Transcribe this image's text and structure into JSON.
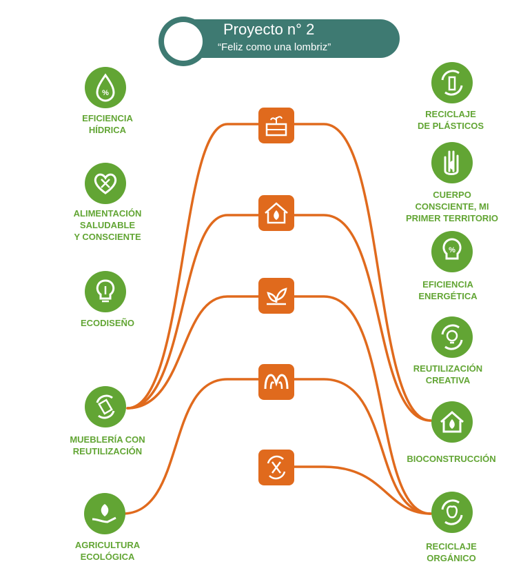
{
  "header": {
    "title": "Proyecto n° 2",
    "subtitle": "“Feliz como una lombriz”"
  },
  "colors": {
    "green": "#62a534",
    "orange": "#e06a1d",
    "teal": "#3e7a72"
  },
  "left_topics": [
    {
      "icon": "drop-percent-icon",
      "lines": [
        "EFICIENCIA",
        "HÍDRICA"
      ]
    },
    {
      "icon": "heart-utensils-icon",
      "lines": [
        "ALIMENTACIÓN",
        "SALUDABLE",
        "Y CONSCIENTE"
      ]
    },
    {
      "icon": "lightbulb-pencil-icon",
      "lines": [
        "ECODISEÑO"
      ]
    },
    {
      "icon": "recycle-furniture-icon",
      "lines": [
        "MUEBLERÍA CON",
        "REUTILIZACIÓN"
      ]
    },
    {
      "icon": "hand-plant-icon",
      "lines": [
        "AGRICULTURA",
        "ECOLÓGICA"
      ]
    }
  ],
  "right_topics": [
    {
      "icon": "recycle-bottle-icon",
      "lines": [
        "RECICLAJE",
        "DE PLÁSTICOS"
      ]
    },
    {
      "icon": "hand-leaf-icon",
      "lines": [
        "CUERPO",
        "CONSCIENTE, MI",
        "PRIMER TERRITORIO"
      ]
    },
    {
      "icon": "bulb-percent-icon",
      "lines": [
        "EFICIENCIA",
        "ENERGÉTICA"
      ]
    },
    {
      "icon": "recycle-bulb-icon",
      "lines": [
        "REUTILIZACIÓN",
        "CREATIVA"
      ]
    },
    {
      "icon": "house-leaf-icon",
      "lines": [
        "BIOCONSTRUCCIÓN"
      ]
    },
    {
      "icon": "recycle-apple-icon",
      "lines": [
        "RECICLAJE",
        "ORGÁNICO"
      ]
    }
  ],
  "center_nodes": [
    {
      "icon": "planter-box-icon"
    },
    {
      "icon": "house-leaf-icon"
    },
    {
      "icon": "sprout-hand-icon"
    },
    {
      "icon": "worm-icon"
    },
    {
      "icon": "recycle-fork-knife-icon"
    }
  ]
}
